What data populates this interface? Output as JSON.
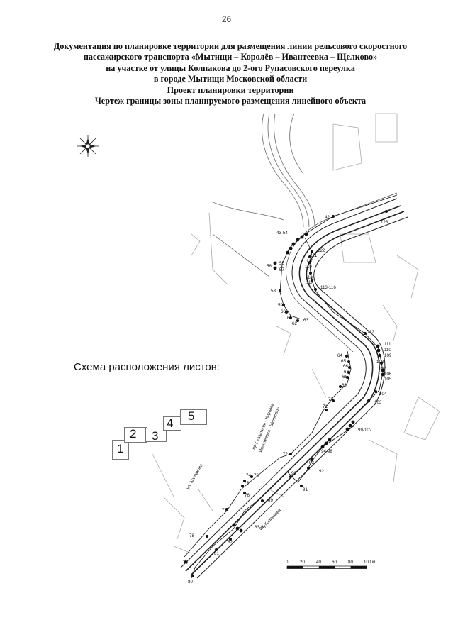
{
  "page_number": "26",
  "title_lines": [
    "Документация по планировке территории для размещения линии рельсового скоростного",
    "пассажирского транспорта «Мытищи – Королёв – Ивантеевка – Щелково»",
    "на участке от улицы Колпакова до 2-ого Рупасовского переулка",
    "в городе Мытищи Московской области",
    "Проект планировки территории",
    "Чертеж границы зоны планируемого размещения линейного объекта"
  ],
  "scheme_title": "Схема расположения листов:",
  "sheets": [
    "1",
    "2",
    "3",
    "4",
    "5"
  ],
  "scale_bar": {
    "ticks": [
      "0",
      "20",
      "40",
      "60",
      "80",
      "100 м"
    ]
  },
  "street_labels": {
    "kolpakova_1": "ул. Колпакова",
    "kolpakova_2": "ул. Колпакова"
  },
  "rail_label": {
    "line1": "ЛРТ «Мытищи - Королев -",
    "line2": "Ивантеевка - Щелково»"
  },
  "point_labels": [
    "42",
    "123",
    "43-54",
    "122",
    "121",
    "120",
    "119",
    "56",
    "55",
    "57",
    "118",
    "117",
    "113-116",
    "58",
    "59",
    "60",
    "61",
    "62",
    "63",
    "112",
    "111",
    "110",
    "109",
    "64",
    "65",
    "66",
    "67",
    "68",
    "108",
    "107",
    "106",
    "105",
    "69",
    "104",
    "103",
    "70",
    "71",
    "99-102",
    "94-98",
    "72",
    "93",
    "92",
    "90",
    "91",
    "74",
    "73",
    "75",
    "76",
    "89",
    "77",
    "83-88",
    "78",
    "82",
    "81",
    "79",
    "80"
  ]
}
